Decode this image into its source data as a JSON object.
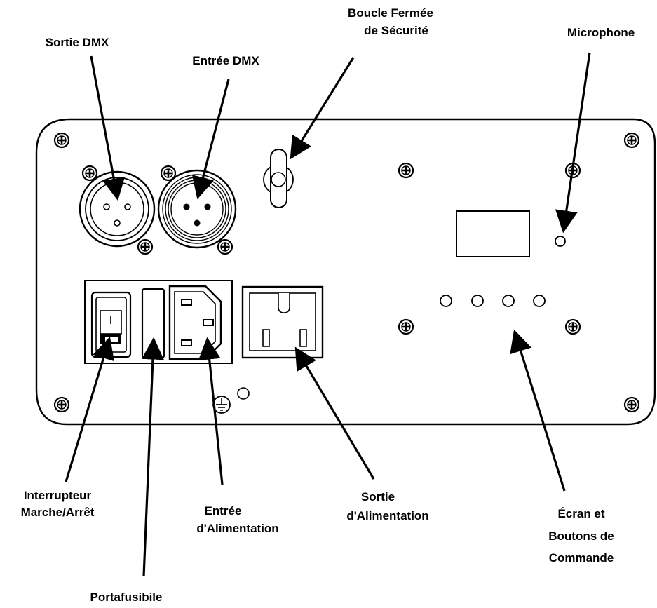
{
  "labels": {
    "sortie_dmx": "Sortie DMX",
    "entree_dmx": "Entrée DMX",
    "boucle_line1": "Boucle Fermée",
    "boucle_line2": "de Sécurité",
    "microphone": "Microphone",
    "interrupteur_line1": "Interrupteur",
    "interrupteur_line2": "Marche/Arrêt",
    "entree_alim_line1": "Entrée",
    "entree_alim_line2": "d'Alimentation",
    "sortie_alim_line1": "Sortie",
    "sortie_alim_line2": "d'Alimentation",
    "ecran_line1": "Écran et",
    "ecran_line2": "Boutons de",
    "ecran_line3": "Commande",
    "portafusibile": "Portafusibile"
  },
  "icons": {
    "screw": "screw-icon",
    "ground": "ground-symbol-icon"
  }
}
